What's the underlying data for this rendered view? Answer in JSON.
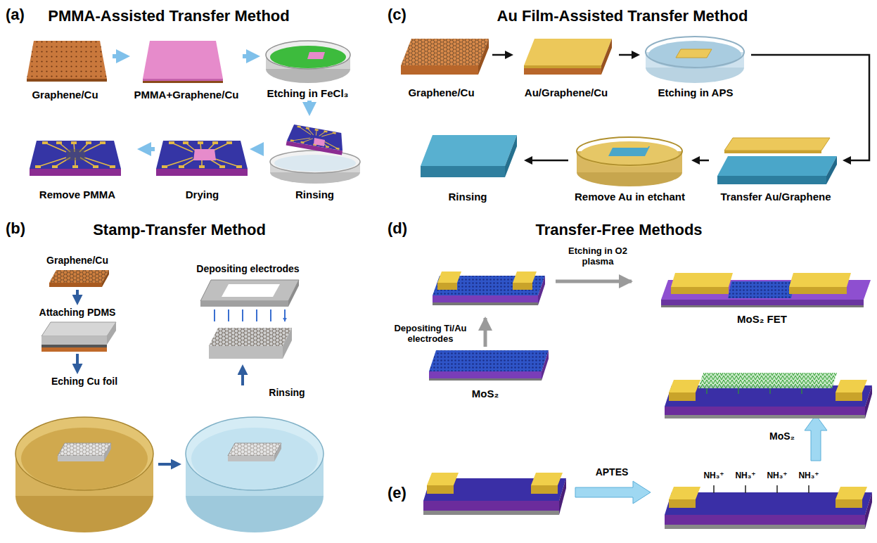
{
  "diagram": {
    "nodes": [
      {
        "text": [
          "Graphene/Cu"
        ]
      },
      {
        "text": [
          "PMMA+Graphene/Cu"
        ]
      },
      {
        "text": [
          "Etching in FeCl₃"
        ]
      },
      {
        "text": [
          "Rinsing"
        ]
      },
      {
        "text": [
          "Drying"
        ]
      },
      {
        "text": [
          "Remove PMMA"
        ]
      },
      {
        "text": [
          "Graphene/Cu"
        ]
      },
      {
        "text": [
          "Attaching PDMS"
        ]
      },
      {
        "text": [
          "Eching Cu foil"
        ]
      },
      {
        "text": [
          "Rinsing"
        ]
      },
      {
        "text": [
          "Depositing electrodes"
        ]
      },
      {
        "text": [
          "Graphene/Cu"
        ]
      },
      {
        "text": [
          "Au/Graphene/Cu"
        ]
      },
      {
        "text": [
          "Etching in APS"
        ]
      },
      {
        "text": [
          "Transfer Au/Graphene"
        ]
      },
      {
        "text": [
          "Remove Au in etchant"
        ]
      },
      {
        "text": [
          "Rinsing"
        ]
      },
      {
        "text": [
          "MoS₂"
        ]
      },
      {
        "text": [
          "MoS₂ FET"
        ]
      }
    ],
    "edges": [
      {
        "from": 0,
        "to": 1,
        "arrow": "to"
      },
      {
        "from": 1,
        "to": 2,
        "arrow": "to"
      },
      {
        "from": 2,
        "to": 3,
        "arrow": "to"
      },
      {
        "from": 3,
        "to": 4,
        "arrow": "to"
      },
      {
        "from": 4,
        "to": 5,
        "arrow": "to"
      },
      {
        "from": 6,
        "to": 7,
        "arrow": "to"
      },
      {
        "from": 7,
        "to": 8,
        "arrow": "to"
      },
      {
        "from": 8,
        "to": 9,
        "arrow": "to"
      },
      {
        "from": 9,
        "to": 10,
        "arrow": "to"
      },
      {
        "from": 11,
        "to": 12,
        "arrow": "to"
      },
      {
        "from": 12,
        "to": 13,
        "arrow": "to"
      },
      {
        "from": 13,
        "to": 14,
        "arrow": "to"
      },
      {
        "from": 14,
        "to": 15,
        "arrow": "to"
      },
      {
        "from": 15,
        "to": 16,
        "arrow": "to"
      }
    ],
    "labels": [
      "(a)",
      "PMMA-Assisted Transfer Method",
      "(b)",
      "Stamp-Transfer Method",
      "(c)",
      "Au Film-Assisted Transfer Method",
      "(d)",
      "Transfer-Free Methods",
      "Etching in O2 plasma",
      "Depositing Ti/Au electrodes",
      "(e)",
      "APTES",
      "NH₃⁺",
      "NH₃⁺",
      "NH₃⁺",
      "NH₃⁺",
      "MoS₂"
    ]
  }
}
